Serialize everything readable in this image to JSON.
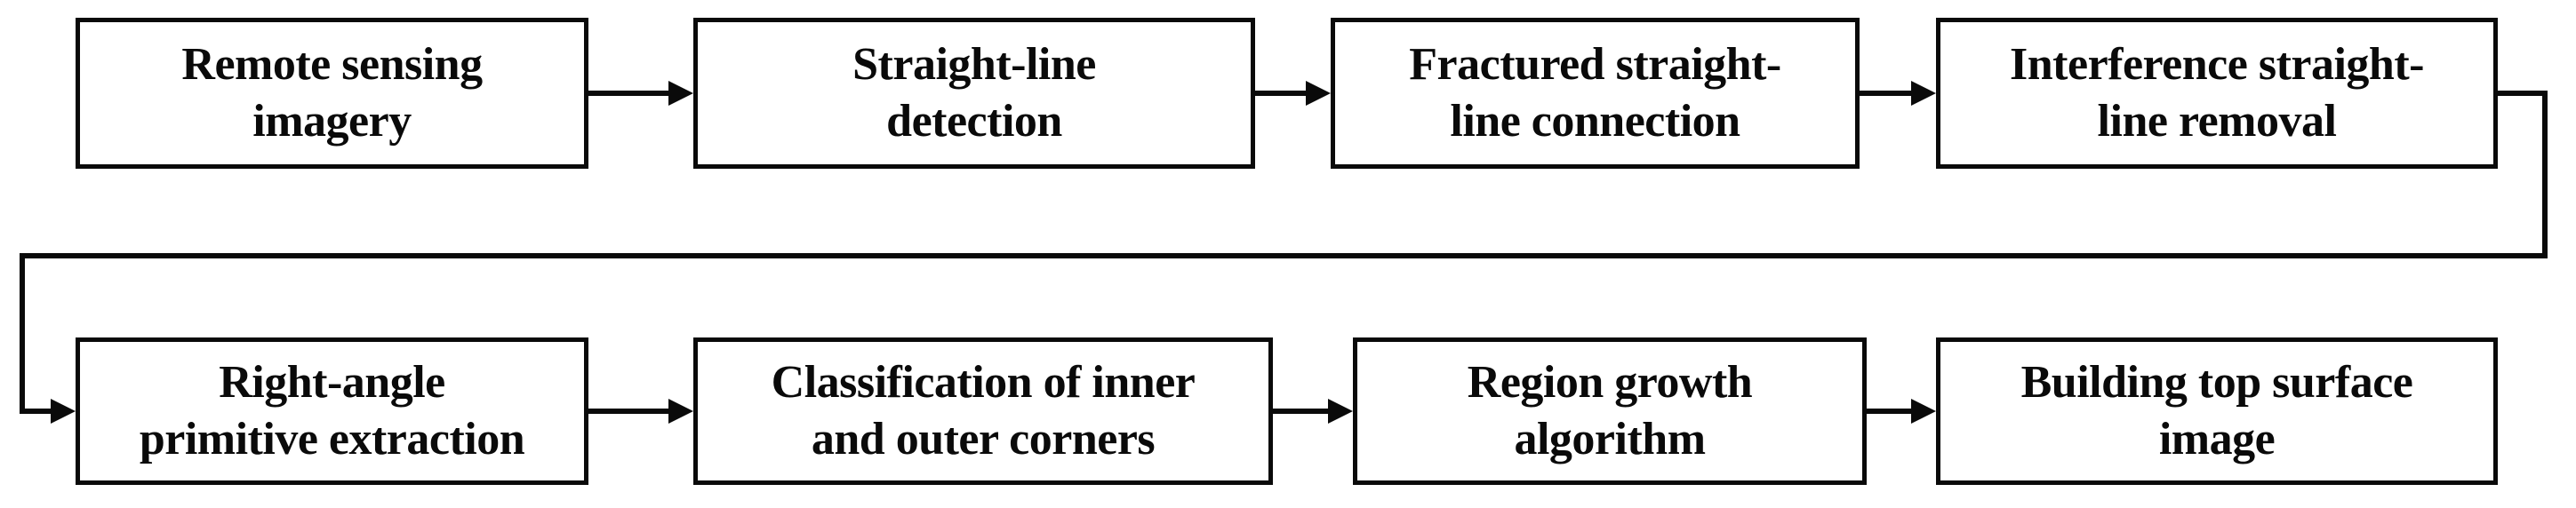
{
  "figure_type": "flowchart",
  "colors": {
    "background": "#ffffff",
    "box_fill": "#ffffff",
    "box_border": "#0a0a0a",
    "text": "#0a0a0a",
    "arrow": "#0a0a0a"
  },
  "steps": [
    {
      "label": "Remote sensing imagery",
      "line1": "Remote sensing",
      "line2": "imagery"
    },
    {
      "label": "Straight-line detection",
      "line1": "Straight-line",
      "line2": "detection"
    },
    {
      "label": "Fractured straight-line connection",
      "line1": "Fractured straight-",
      "line2": "line connection"
    },
    {
      "label": "Interference straight-line removal",
      "line1": "Interference straight-",
      "line2": "line removal"
    },
    {
      "label": "Right-angle primitive extraction",
      "line1": "Right-angle",
      "line2": "primitive extraction"
    },
    {
      "label": "Classification of inner and outer corners",
      "line1": "Classification of inner",
      "line2": "and outer corners"
    },
    {
      "label": "Region growth algorithm",
      "line1": "Region growth",
      "line2": "algorithm"
    },
    {
      "label": "Building top surface image",
      "line1": "Building top surface",
      "line2": "image"
    }
  ],
  "connections": [
    {
      "from": "Remote sensing imagery",
      "to": "Straight-line detection"
    },
    {
      "from": "Straight-line detection",
      "to": "Fractured straight-line connection"
    },
    {
      "from": "Fractured straight-line connection",
      "to": "Interference straight-line removal"
    },
    {
      "from": "Interference straight-line removal",
      "to": "Right-angle primitive extraction"
    },
    {
      "from": "Right-angle primitive extraction",
      "to": "Classification of inner and outer corners"
    },
    {
      "from": "Classification of inner and outer corners",
      "to": "Region growth algorithm"
    },
    {
      "from": "Region growth algorithm",
      "to": "Building top surface image"
    }
  ]
}
